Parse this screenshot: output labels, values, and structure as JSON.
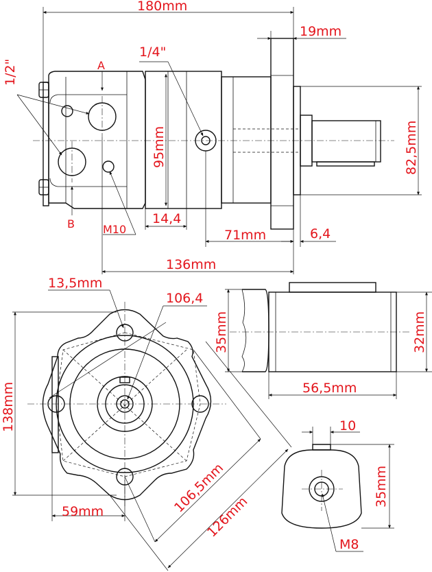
{
  "colors": {
    "dimension_text": "#e3141b",
    "line": "#111111",
    "background": "#ffffff"
  },
  "side_view": {
    "overall_length": "180mm",
    "flange_thickness": "19mm",
    "port_size_drain": "1/4\"",
    "port_size_main": "1/2\"",
    "port_a": "A",
    "port_b": "B",
    "body_height": "95mm",
    "flange_height": "82,5mm",
    "offset_small": "14,4",
    "thread_m10": "M10",
    "shaft_length": "71mm",
    "shaft_step": "6,4",
    "mount_to_end": "136mm"
  },
  "front_view": {
    "bolt_hole": "13,5mm",
    "pitch_circle": "106,4",
    "height": "138mm",
    "half_width": "59mm",
    "diagonal_inner": "106,5mm",
    "diagonal_outer": "126mm"
  },
  "shaft_detail": {
    "diameter": "35mm",
    "key_diameter": "32mm",
    "length": "56,5mm"
  },
  "shaft_end": {
    "key_width": "10",
    "height": "35mm",
    "thread": "M8"
  }
}
